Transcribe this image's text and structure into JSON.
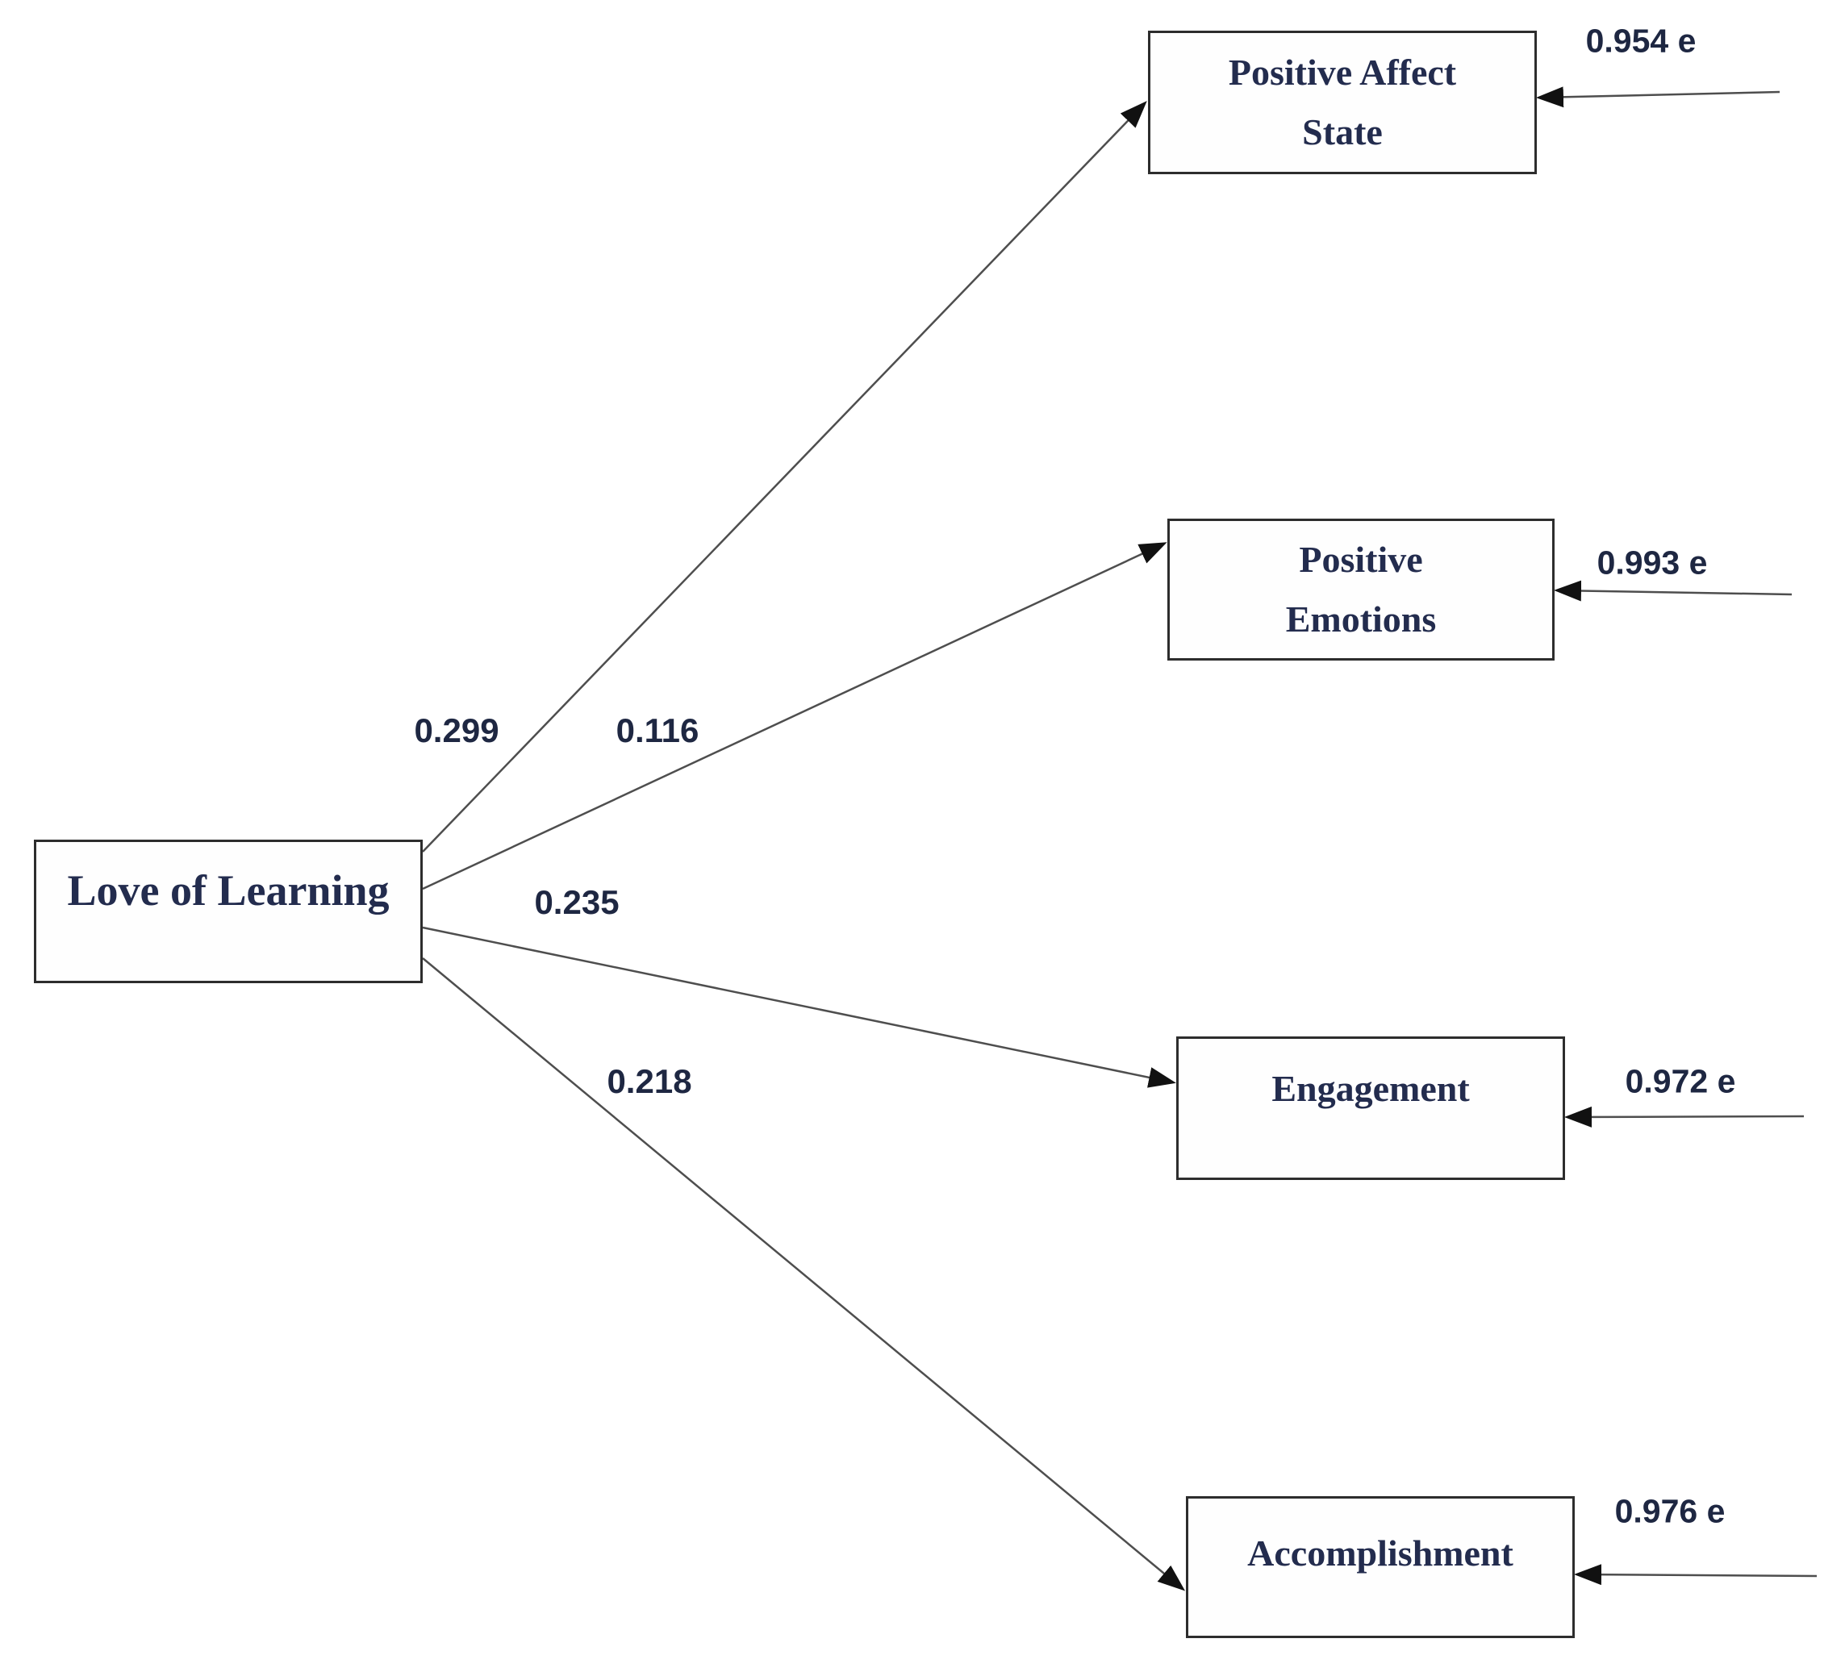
{
  "diagram": {
    "type": "structural-path-model",
    "predictor": {
      "label": "Love of Learning"
    },
    "outcomes": [
      {
        "label": "Positive Affect\nState",
        "coefficient": "0.299",
        "error_weight": "0.954 e"
      },
      {
        "label": "Positive\nEmotions",
        "coefficient": "0.116",
        "error_weight": "0.993 e"
      },
      {
        "label": "Engagement",
        "coefficient": "0.235",
        "error_weight": "0.972 e"
      },
      {
        "label": "Accomplishment",
        "coefficient": "0.218",
        "error_weight": "0.976 e"
      }
    ],
    "edges": [
      {
        "from": "Love of Learning",
        "to": "Positive Affect State",
        "value": 0.299
      },
      {
        "from": "Love of Learning",
        "to": "Positive Emotions",
        "value": 0.116
      },
      {
        "from": "Love of Learning",
        "to": "Engagement",
        "value": 0.235
      },
      {
        "from": "Love of Learning",
        "to": "Accomplishment",
        "value": 0.218
      }
    ],
    "error_terms": [
      {
        "to": "Positive Affect State",
        "value": 0.954,
        "symbol": "e"
      },
      {
        "to": "Positive Emotions",
        "value": 0.993,
        "symbol": "e"
      },
      {
        "to": "Engagement",
        "value": 0.972,
        "symbol": "e"
      },
      {
        "to": "Accomplishment",
        "value": 0.976,
        "symbol": "e"
      }
    ],
    "colors": {
      "text": "#232c4e",
      "label_text": "#1e2742",
      "line": "#4e4e4e",
      "arrowhead": "#111111",
      "box_border": "#2d2d2d",
      "background": "#ffffff"
    }
  }
}
